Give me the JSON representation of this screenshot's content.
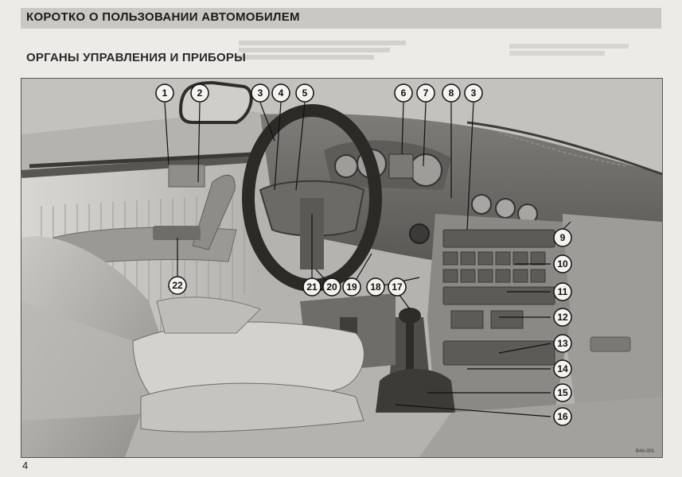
{
  "header": {
    "title": "КОРОТКО О ПОЛЬЗОВАНИИ АВТОМОБИЛЕМ"
  },
  "section": {
    "title": "ОРГАНЫ УПРАВЛЕНИЯ И ПРИБОРЫ"
  },
  "figure": {
    "subject": "car-interior-dashboard-illustration",
    "callouts": [
      "1",
      "2",
      "3",
      "4",
      "5",
      "6",
      "7",
      "8",
      "3",
      "9",
      "10",
      "11",
      "12",
      "13",
      "14",
      "15",
      "16",
      "17",
      "18",
      "19",
      "20",
      "21",
      "22"
    ],
    "reference_code": "B4A-001"
  },
  "footer": {
    "page_number": "4"
  }
}
